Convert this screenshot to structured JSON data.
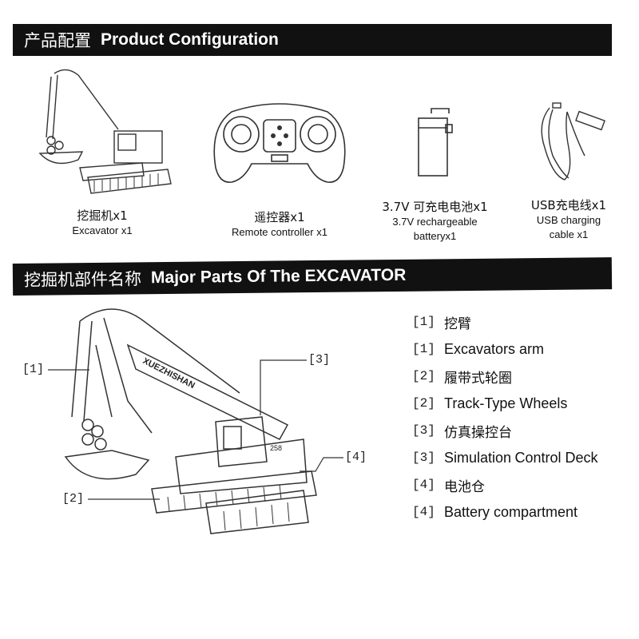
{
  "sections": {
    "config": {
      "title_cn": "产品配置",
      "title_en": "Product Configuration"
    },
    "parts": {
      "title_cn": "挖掘机部件名称",
      "title_en": "Major Parts Of The EXCAVATOR"
    }
  },
  "config_items": [
    {
      "name_cn": "挖掘机x1",
      "name_en": "Excavator x1"
    },
    {
      "name_cn": "遥控器x1",
      "name_en": "Remote controller x1"
    },
    {
      "name_cn": "3.7V 可充电电池x1",
      "name_en_line1": "3.7V rechargeable",
      "name_en_line2": "batteryx1"
    },
    {
      "name_cn": "USB充电线x1",
      "name_en_line1": "USB charging",
      "name_en_line2": "cable x1"
    }
  ],
  "excavator_brand": "XUEZHISHAN",
  "excavator_model": "258",
  "callouts": [
    "[1]",
    "[2]",
    "[3]",
    "[4]"
  ],
  "parts": [
    {
      "num": "[1]",
      "cn": "挖臂",
      "en": "Excavators arm"
    },
    {
      "num": "[2]",
      "cn": "履带式轮圈",
      "en": "Track-Type Wheels"
    },
    {
      "num": "[3]",
      "cn": "仿真操控台",
      "en_main": "Simulation",
      "en_small": "Control Deck"
    },
    {
      "num": "[4]",
      "cn": "电池仓",
      "en": "Battery compartment"
    }
  ]
}
